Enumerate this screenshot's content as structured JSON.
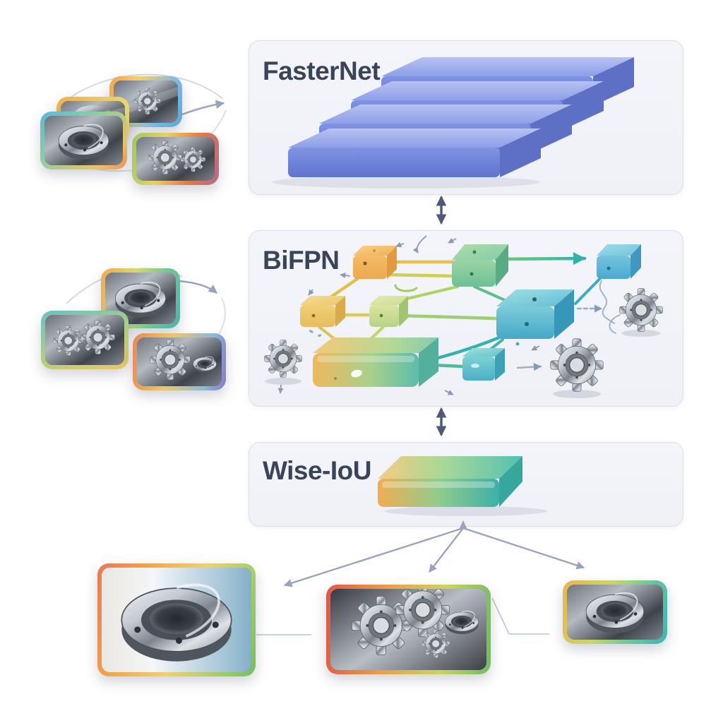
{
  "blocks": {
    "fasternet": {
      "label": "FasterNet"
    },
    "bifpn": {
      "label": "BiFPN"
    },
    "wise_iou": {
      "label": "Wise-IoU"
    }
  },
  "colors": {
    "panel_background": "#f3f4f9",
    "panel_border": "#dcdfe9",
    "title_text": "#3a4459",
    "fasternet_slab_front": "#6e81d8",
    "fasternet_slab_top": "#a5b3ee",
    "bifpn_node_orange": "#f0ae52",
    "bifpn_node_yellow": "#e9c465",
    "bifpn_node_green": "#7cc49a",
    "bifpn_node_teal": "#4fb2cc",
    "wise_iou_gradient": [
      "#f2b85c",
      "#8cc890",
      "#4db4ac"
    ],
    "flow_arrow_dark": "#4d5a7a",
    "flow_arrow_light": "#97a2be",
    "photo_frame_warm": "#f0a850",
    "photo_frame_cool": "#48b4b0"
  },
  "icons": [
    "gear-icon",
    "bearing-icon",
    "double-arrow-icon",
    "flow-arrow-icon"
  ]
}
